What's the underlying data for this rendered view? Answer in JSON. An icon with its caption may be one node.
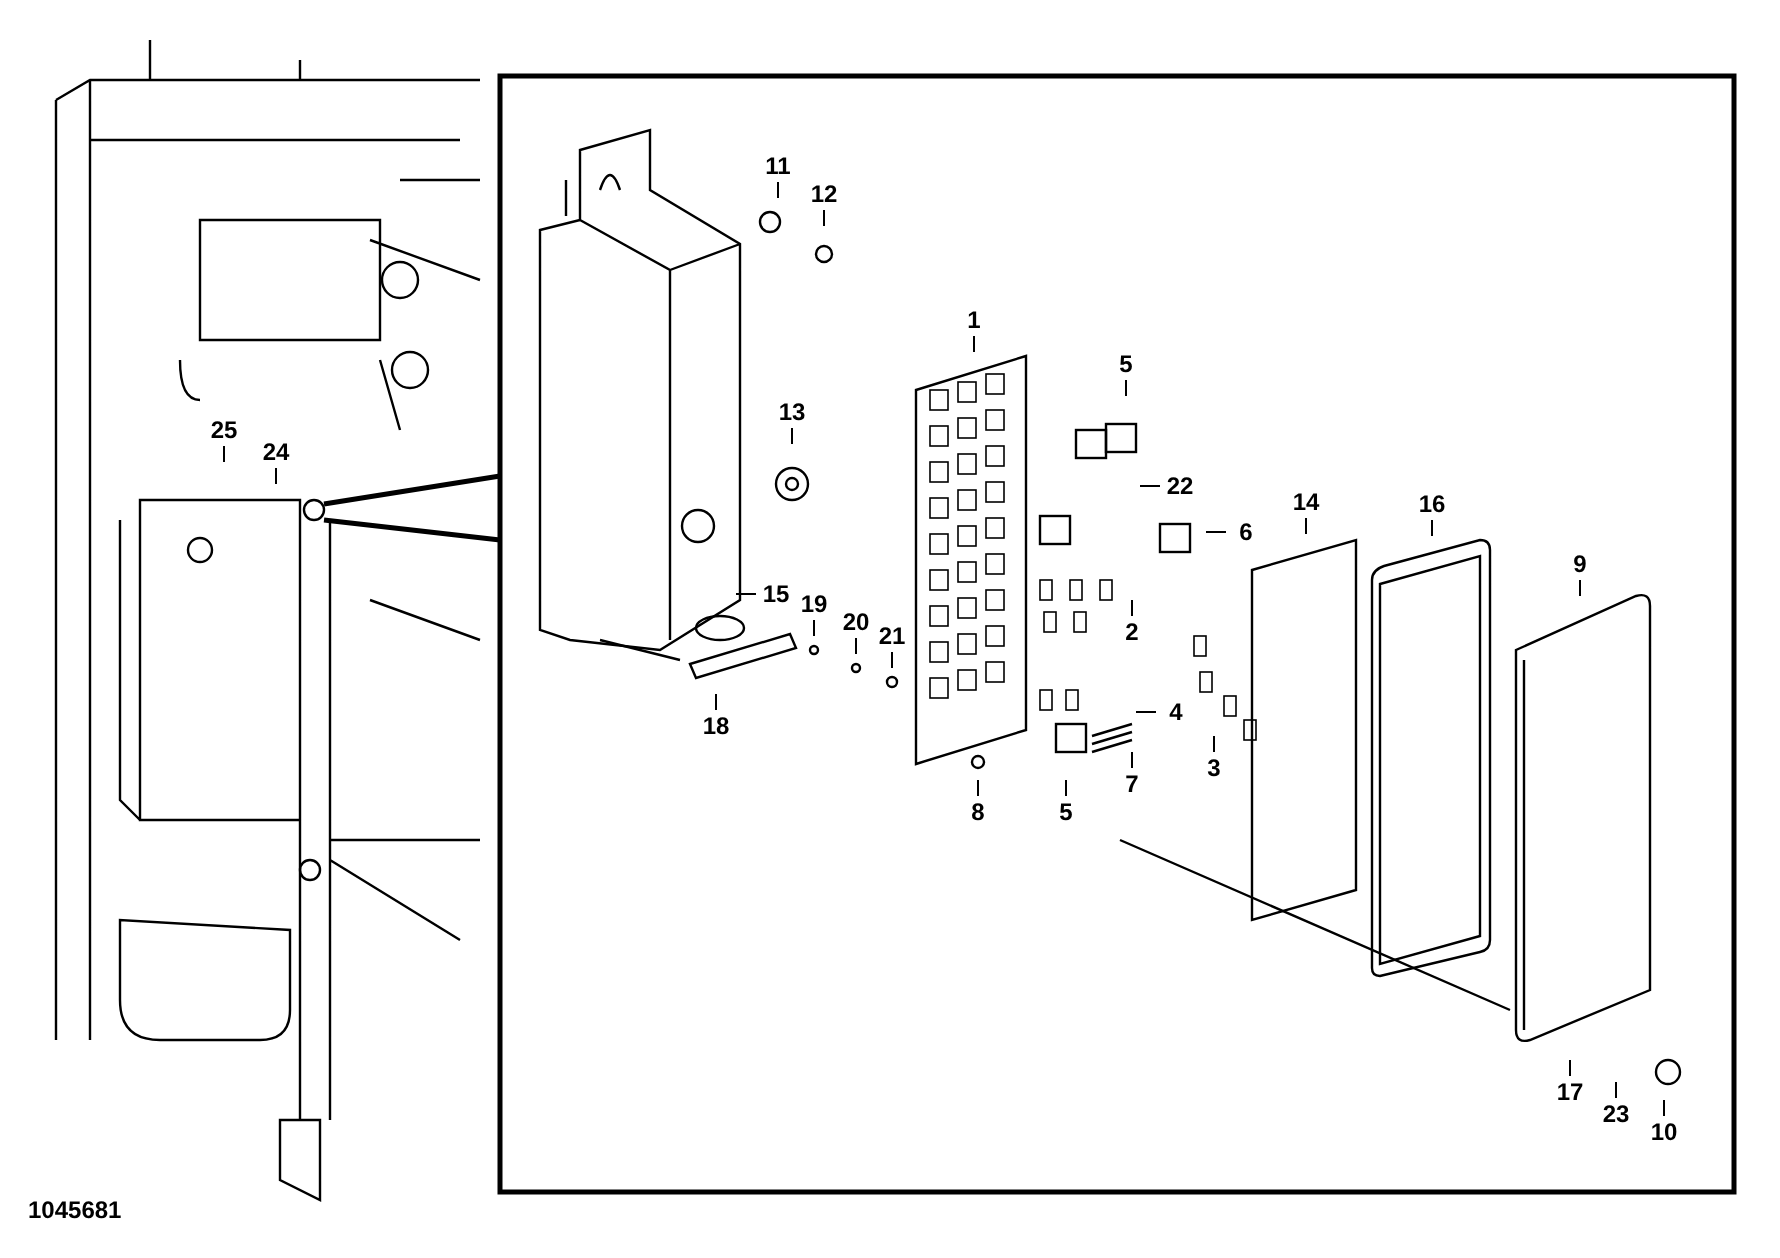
{
  "diagram": {
    "nodes": [
      {
        "text": [
          "11"
        ]
      },
      {
        "text": [
          "12"
        ]
      },
      {
        "text": [
          "1"
        ]
      },
      {
        "text": [
          "5"
        ]
      },
      {
        "text": [
          "13"
        ]
      },
      {
        "text": [
          "25"
        ]
      },
      {
        "text": [
          "24"
        ]
      },
      {
        "text": [
          "22"
        ]
      },
      {
        "text": [
          "14"
        ]
      },
      {
        "text": [
          "16"
        ]
      },
      {
        "text": [
          "6"
        ]
      },
      {
        "text": [
          "9"
        ]
      },
      {
        "text": [
          "15"
        ]
      },
      {
        "text": [
          "19"
        ]
      },
      {
        "text": [
          "20"
        ]
      },
      {
        "text": [
          "21"
        ]
      },
      {
        "text": [
          "2"
        ]
      },
      {
        "text": [
          "4"
        ]
      },
      {
        "text": [
          "18"
        ]
      },
      {
        "text": [
          "3"
        ]
      },
      {
        "text": [
          "7"
        ]
      },
      {
        "text": [
          "8"
        ]
      },
      {
        "text": [
          "5"
        ]
      },
      {
        "text": [
          "17"
        ]
      },
      {
        "text": [
          "23"
        ]
      },
      {
        "text": [
          "10"
        ]
      }
    ],
    "edges": [
      {
        "from": 0,
        "to": null,
        "arrow": "none"
      },
      {
        "from": 1,
        "to": null,
        "arrow": "none"
      },
      {
        "from": 2,
        "to": null,
        "arrow": "none"
      },
      {
        "from": 3,
        "to": null,
        "arrow": "none"
      },
      {
        "from": 4,
        "to": null,
        "arrow": "none"
      },
      {
        "from": 5,
        "to": null,
        "arrow": "none"
      },
      {
        "from": 6,
        "to": null,
        "arrow": "none"
      },
      {
        "from": 7,
        "to": null,
        "arrow": "none"
      },
      {
        "from": 8,
        "to": null,
        "arrow": "none"
      },
      {
        "from": 9,
        "to": null,
        "arrow": "none"
      },
      {
        "from": 10,
        "to": null,
        "arrow": "none"
      },
      {
        "from": 11,
        "to": null,
        "arrow": "none"
      },
      {
        "from": 12,
        "to": null,
        "arrow": "none"
      },
      {
        "from": 13,
        "to": null,
        "arrow": "none"
      },
      {
        "from": 14,
        "to": null,
        "arrow": "none"
      },
      {
        "from": 15,
        "to": null,
        "arrow": "none"
      },
      {
        "from": 16,
        "to": null,
        "arrow": "none"
      },
      {
        "from": 17,
        "to": null,
        "arrow": "none"
      },
      {
        "from": 18,
        "to": null,
        "arrow": "none"
      },
      {
        "from": 19,
        "to": null,
        "arrow": "none"
      },
      {
        "from": 20,
        "to": null,
        "arrow": "none"
      },
      {
        "from": 21,
        "to": null,
        "arrow": "none"
      },
      {
        "from": 22,
        "to": null,
        "arrow": "none"
      },
      {
        "from": 23,
        "to": null,
        "arrow": "none"
      },
      {
        "from": 24,
        "to": null,
        "arrow": "none"
      },
      {
        "from": 25,
        "to": null,
        "arrow": "none"
      }
    ],
    "labels": [
      "1045681"
    ]
  }
}
